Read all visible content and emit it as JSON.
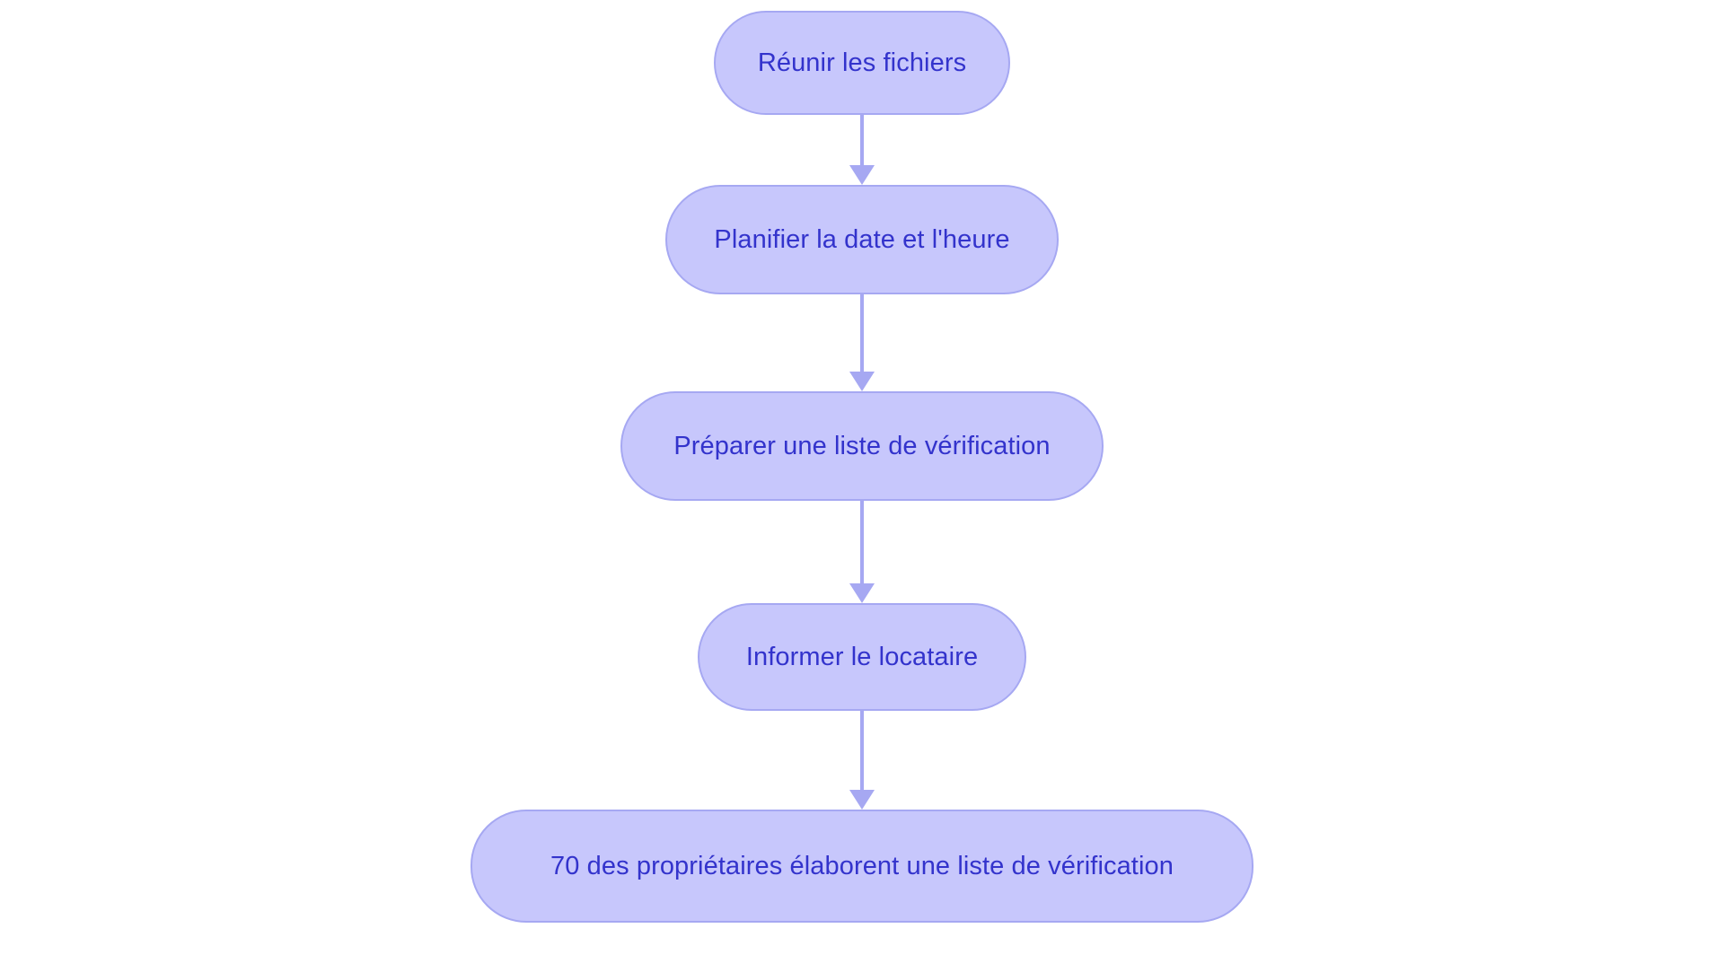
{
  "diagram": {
    "type": "flowchart",
    "orientation": "top-to-bottom",
    "background_color": "#FFFFFF",
    "node_fill_color": "#C7C7FC",
    "node_border_color": "#A6A8F2",
    "node_text_color": "#3333CC",
    "connector_color": "#A6A8F2",
    "nodes": [
      {
        "id": "n1",
        "label": "Réunir les fichiers"
      },
      {
        "id": "n2",
        "label": "Planifier la date et l'heure"
      },
      {
        "id": "n3",
        "label": "Préparer une liste de vérification"
      },
      {
        "id": "n4",
        "label": "Informer le locataire"
      },
      {
        "id": "n5",
        "label": "70 des propriétaires élaborent une liste de vérification"
      }
    ],
    "connectors": [
      {
        "id": "c1",
        "from": "n1",
        "to": "n2",
        "arrow": "down-arrow"
      },
      {
        "id": "c2",
        "from": "n2",
        "to": "n3",
        "arrow": "down-arrow"
      },
      {
        "id": "c3",
        "from": "n3",
        "to": "n4",
        "arrow": "down-arrow"
      },
      {
        "id": "c4",
        "from": "n4",
        "to": "n5",
        "arrow": "down-arrow"
      }
    ]
  }
}
